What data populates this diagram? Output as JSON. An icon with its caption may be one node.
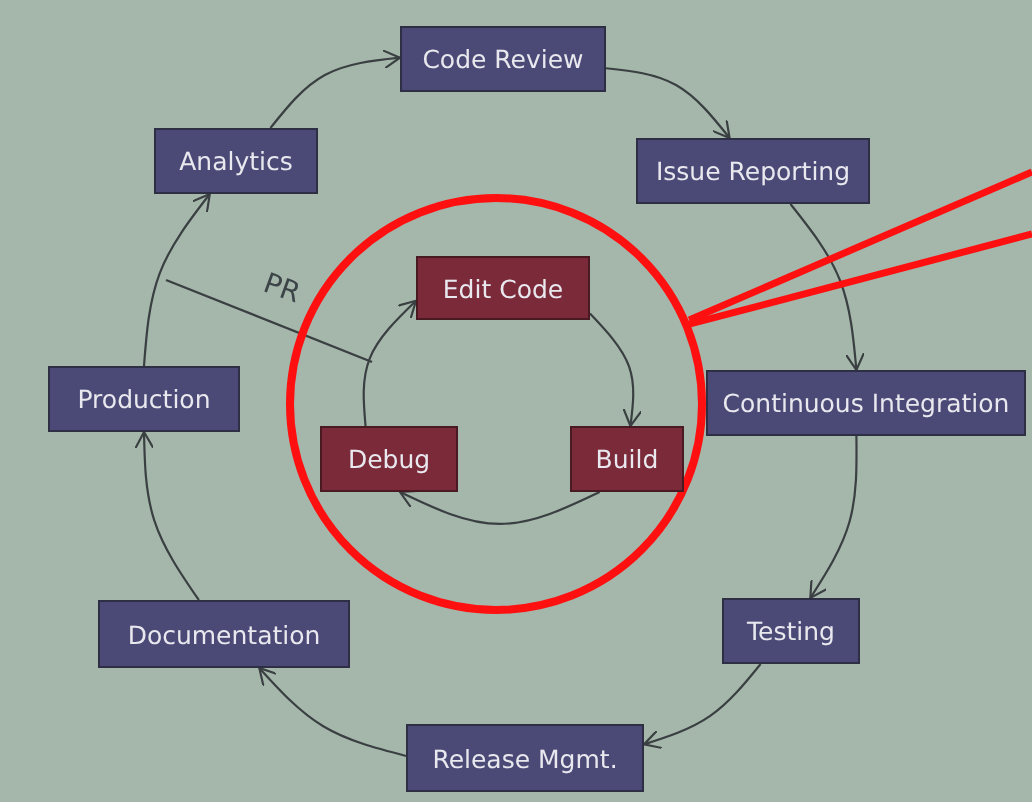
{
  "diagram": {
    "nodes": [
      {
        "text": [
          "Code Review"
        ]
      },
      {
        "text": [
          "Issue Reporting"
        ]
      },
      {
        "text": [
          "Continuous Integration"
        ]
      },
      {
        "text": [
          "Testing"
        ]
      },
      {
        "text": [
          "Release Mgmt."
        ]
      },
      {
        "text": [
          "Documentation"
        ]
      },
      {
        "text": [
          "Production"
        ]
      },
      {
        "text": [
          "Analytics"
        ]
      },
      {
        "text": [],
        "shape": "circle"
      },
      {
        "text": [
          "Edit Code"
        ],
        "in": 8
      },
      {
        "text": [
          "Build"
        ],
        "in": 8
      },
      {
        "text": [
          "Debug"
        ],
        "in": 8
      }
    ],
    "edges": [
      {
        "from": 7,
        "to": 0,
        "arrow": "to"
      },
      {
        "from": 0,
        "to": 1,
        "arrow": "to"
      },
      {
        "from": 1,
        "to": 2,
        "arrow": "to"
      },
      {
        "from": 2,
        "to": 3,
        "arrow": "to"
      },
      {
        "from": 3,
        "to": 4,
        "arrow": "to"
      },
      {
        "from": 4,
        "to": 5,
        "arrow": "to"
      },
      {
        "from": 5,
        "to": 6,
        "arrow": "to"
      },
      {
        "from": 6,
        "to": 7,
        "arrow": "to"
      },
      {
        "from": 9,
        "to": 10,
        "arrow": "to"
      },
      {
        "from": 10,
        "to": 11,
        "arrow": "to"
      },
      {
        "from": 11,
        "to": 9,
        "arrow": "to"
      },
      {
        "from": 8,
        "to": null,
        "arrow": "none",
        "style": "thick",
        "color": "#ff1010"
      },
      {
        "from": 8,
        "to": null,
        "arrow": "none",
        "style": "thick",
        "color": "#ff1010"
      }
    ],
    "labels": [
      "PR"
    ]
  }
}
